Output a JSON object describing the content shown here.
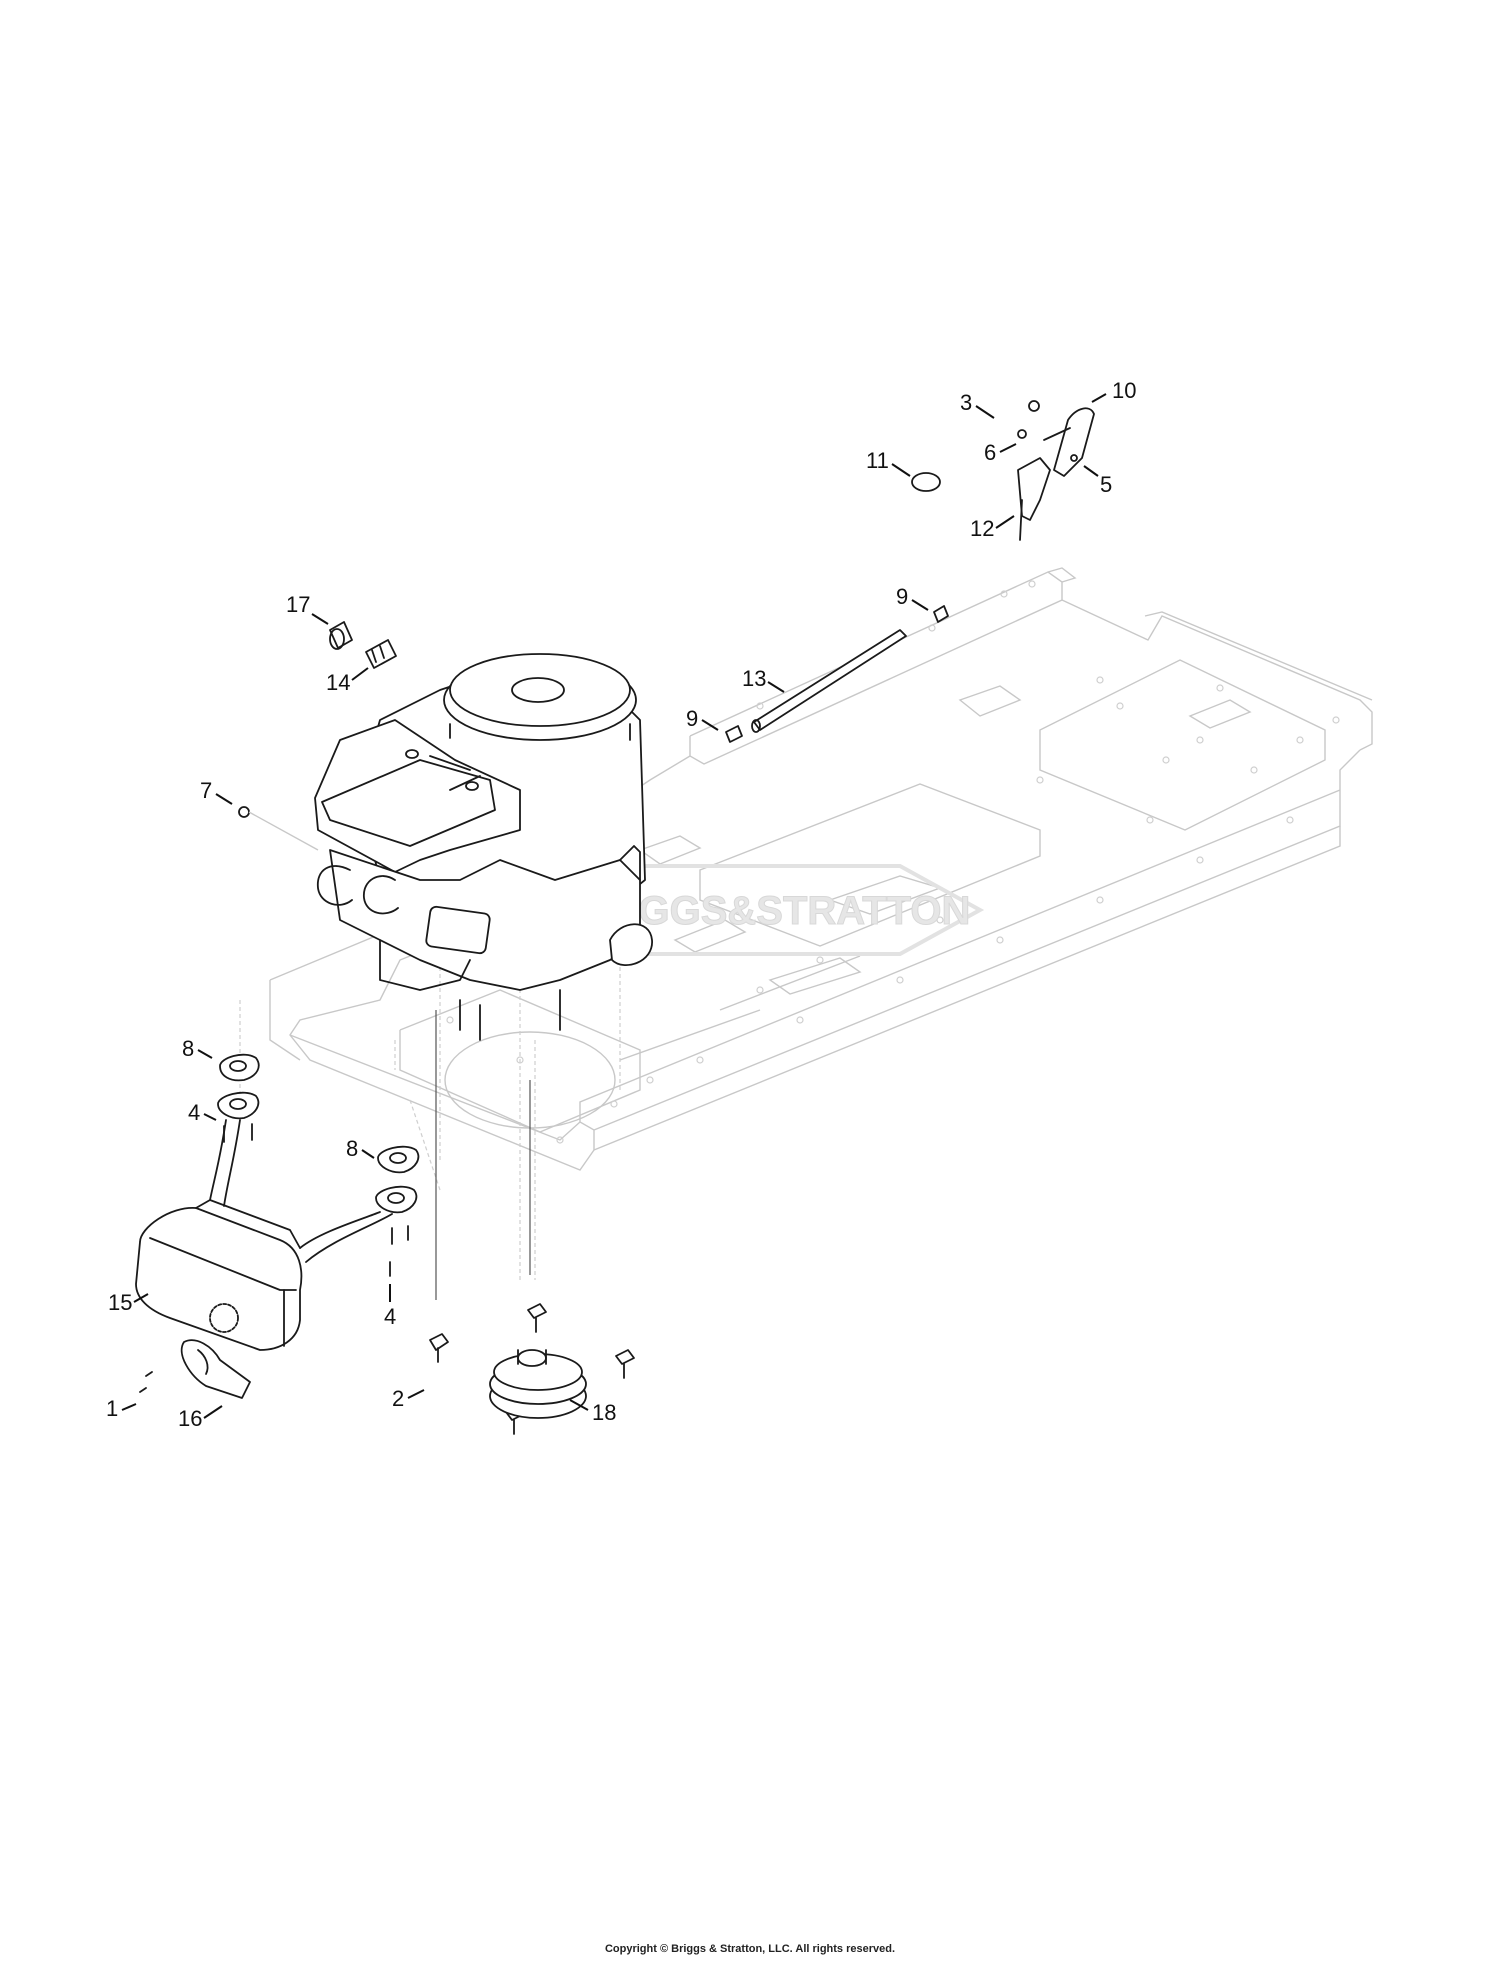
{
  "watermark": "BRIGGS&STRATTON",
  "copyright": "Copyright © Briggs & Stratton, LLC. All rights reserved.",
  "callouts": [
    {
      "id": "c1",
      "label": "1"
    },
    {
      "id": "c2",
      "label": "2"
    },
    {
      "id": "c3",
      "label": "3"
    },
    {
      "id": "c4a",
      "label": "4"
    },
    {
      "id": "c4b",
      "label": "4"
    },
    {
      "id": "c5",
      "label": "5"
    },
    {
      "id": "c6",
      "label": "6"
    },
    {
      "id": "c7",
      "label": "7"
    },
    {
      "id": "c8a",
      "label": "8"
    },
    {
      "id": "c8b",
      "label": "8"
    },
    {
      "id": "c9a",
      "label": "9"
    },
    {
      "id": "c9b",
      "label": "9"
    },
    {
      "id": "c10",
      "label": "10"
    },
    {
      "id": "c11",
      "label": "11"
    },
    {
      "id": "c12",
      "label": "12"
    },
    {
      "id": "c13",
      "label": "13"
    },
    {
      "id": "c14",
      "label": "14"
    },
    {
      "id": "c15",
      "label": "15"
    },
    {
      "id": "c16",
      "label": "16"
    },
    {
      "id": "c17",
      "label": "17"
    },
    {
      "id": "c18",
      "label": "18"
    }
  ]
}
